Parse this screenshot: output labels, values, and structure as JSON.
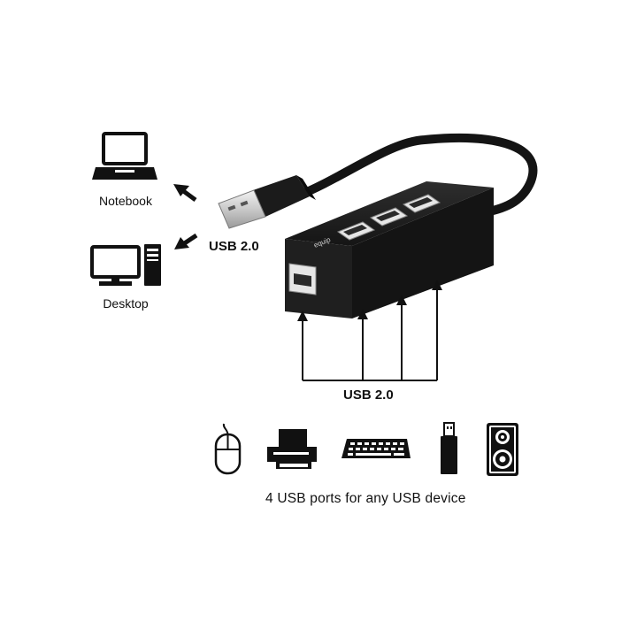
{
  "hosts": {
    "notebook": {
      "label": "Notebook",
      "icon": "laptop-icon"
    },
    "desktop": {
      "label": "Desktop",
      "icon": "desktop-computer-icon"
    }
  },
  "upstream_label": "USB 2.0",
  "downstream_label": "USB 2.0",
  "hub": {
    "brand": "equip",
    "port_count": 4
  },
  "devices": [
    {
      "icon": "mouse-icon"
    },
    {
      "icon": "printer-icon"
    },
    {
      "icon": "keyboard-icon"
    },
    {
      "icon": "usb-flash-drive-icon"
    },
    {
      "icon": "speaker-icon"
    }
  ],
  "caption": "4 USB ports for any USB device",
  "colors": {
    "ink": "#111111",
    "hub_body": "#1a1a1a",
    "port_metal": "#d8d8d8"
  }
}
